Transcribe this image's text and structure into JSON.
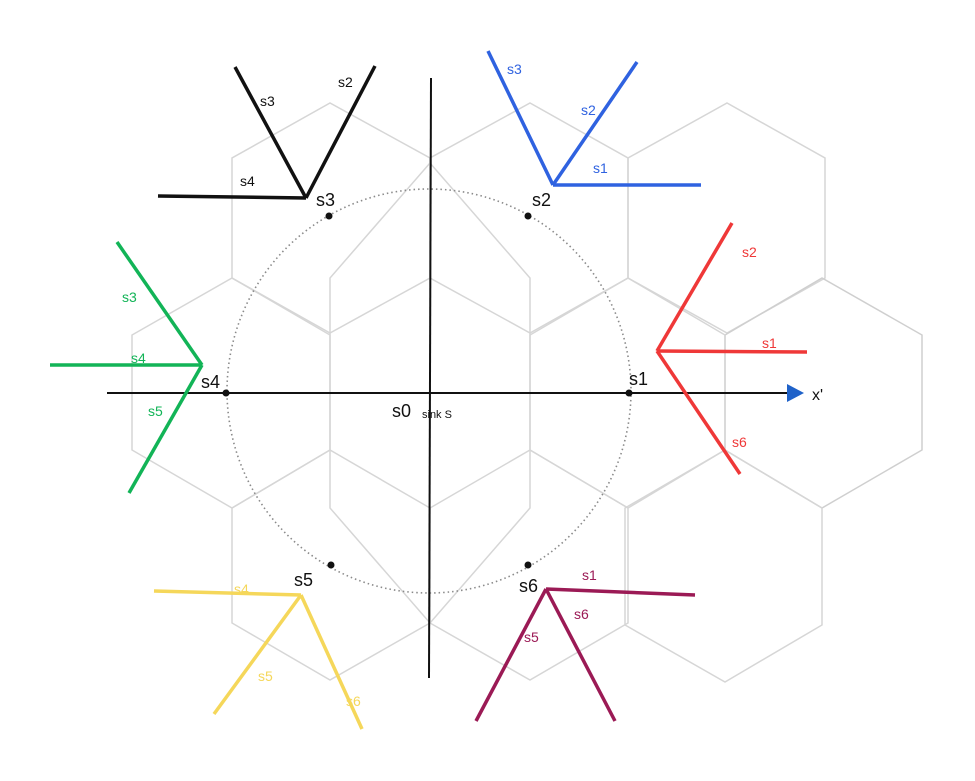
{
  "diagram": {
    "axis_label": "x'",
    "sink": {
      "label": "s0",
      "sublabel": "sink S"
    },
    "sensors": [
      {
        "id": "s1",
        "label": "s1"
      },
      {
        "id": "s2",
        "label": "s2"
      },
      {
        "id": "s3",
        "label": "s3"
      },
      {
        "id": "s4",
        "label": "s4"
      },
      {
        "id": "s5",
        "label": "s5"
      },
      {
        "id": "s6",
        "label": "s6"
      }
    ],
    "fans": {
      "blue": {
        "color": "#2f62e0",
        "labels": [
          "s3",
          "s2",
          "s1"
        ]
      },
      "black": {
        "color": "#111111",
        "labels": [
          "s3",
          "s2",
          "s4"
        ]
      },
      "red": {
        "color": "#ef3838",
        "labels": [
          "s2",
          "s1",
          "s6"
        ]
      },
      "green": {
        "color": "#12b457",
        "labels": [
          "s3",
          "s4",
          "s5"
        ]
      },
      "yellow": {
        "color": "#f5d75a",
        "labels": [
          "s4",
          "s5",
          "s6"
        ]
      },
      "purple": {
        "color": "#9b1a55",
        "labels": [
          "s1",
          "s6",
          "s5"
        ]
      }
    },
    "colors": {
      "hexagon_stroke": "#d6d6d6",
      "circle_stroke": "#8a8a8a",
      "axis_arrow": "#1f62c9"
    }
  }
}
